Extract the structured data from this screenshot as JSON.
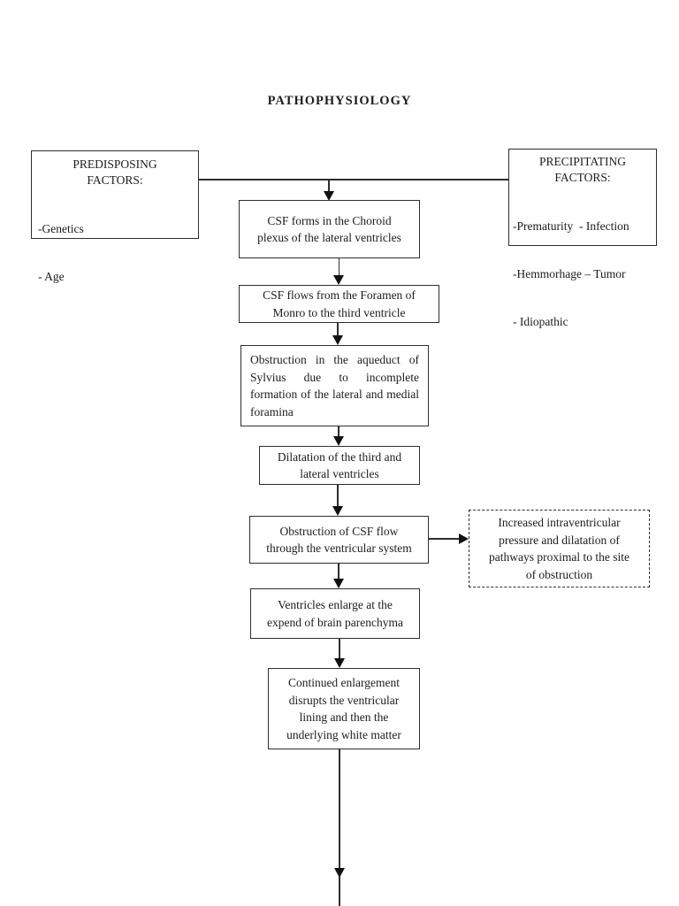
{
  "title": "PATHOPHYSIOLOGY",
  "predisposing_box": {
    "heading": [
      "PREDISPOSING",
      "FACTORS:"
    ],
    "items": [
      "-Genetics",
      "- Age"
    ]
  },
  "precipitating_box": {
    "heading": [
      "PRECIPITATING",
      "FACTORS:"
    ],
    "items": [
      "-Prematurity  - Infection",
      "-Hemmorhage – Tumor",
      "- Idiopathic"
    ]
  },
  "flow_steps": [
    "CSF forms in the Choroid\nplexus of the lateral ventricles",
    "CSF flows from the Foramen of\nMonro to the third ventricle",
    "Obstruction in the aqueduct of Sylvius due to incomplete formation of the lateral and medial foramina",
    "Dilatation of the third and\nlateral ventricles",
    "Obstruction of CSF flow\nthrough the ventricular system",
    "Ventricles enlarge at the\nexpend of brain parenchyma",
    "Continued enlargement\ndisrupts the ventricular\nlining and then the\nunderlying white matter"
  ],
  "side_note": "Increased intraventricular\npressure and dilatation of\npathways proximal to the site\nof obstruction",
  "colors": {
    "background": "#ffffff",
    "line": "#2e2e2e",
    "text": "#1c1c1c"
  }
}
